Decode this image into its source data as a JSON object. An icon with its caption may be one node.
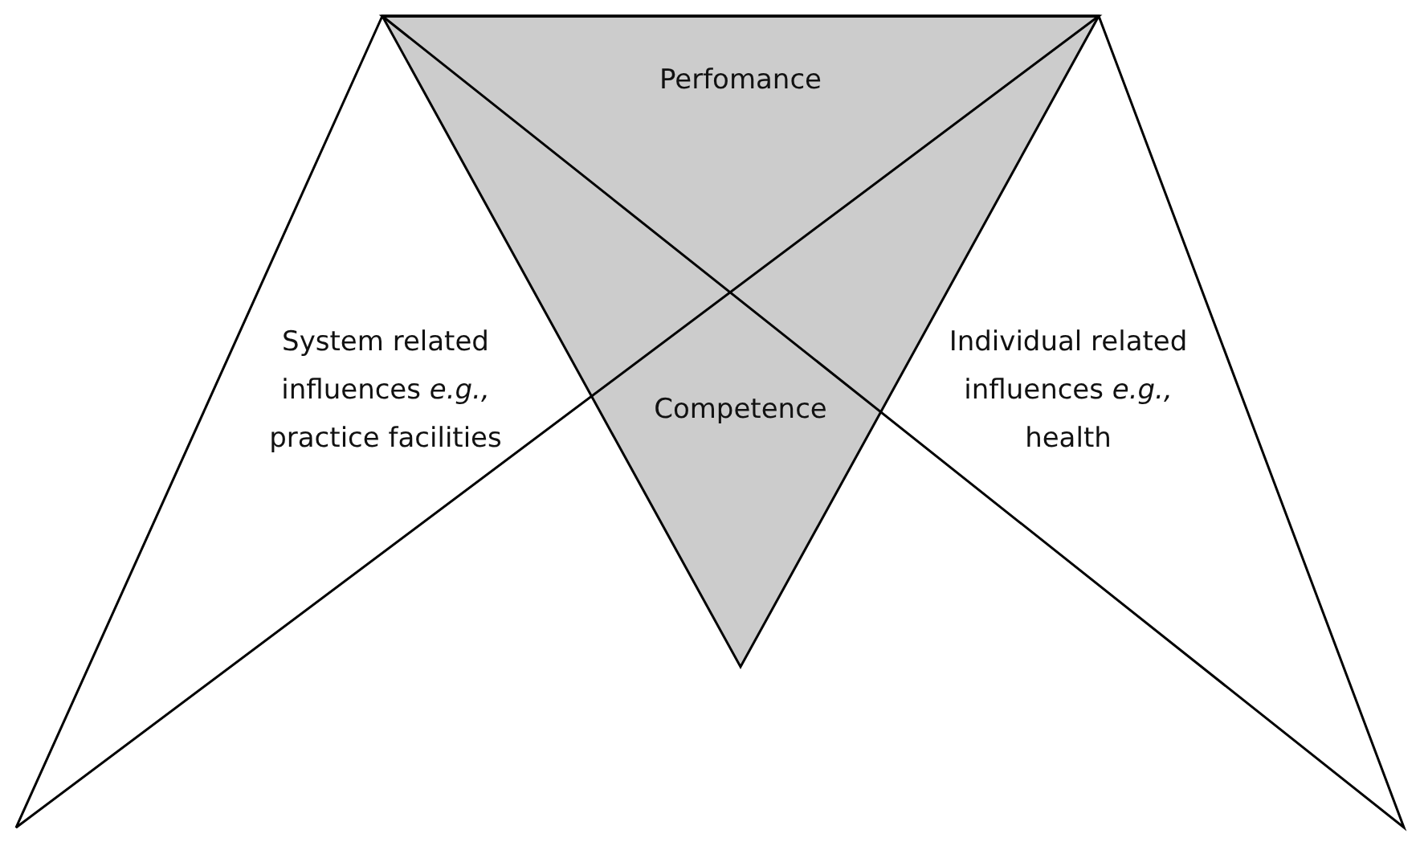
{
  "diagram": {
    "nodes": [
      {
        "text": [
          "Perfomance",
          "Competence"
        ]
      },
      {
        "text": [
          "System related influences *e.g.,* practice facilities"
        ]
      },
      {
        "text": [
          "Individual related influences *e.g.,* health"
        ]
      }
    ]
  }
}
